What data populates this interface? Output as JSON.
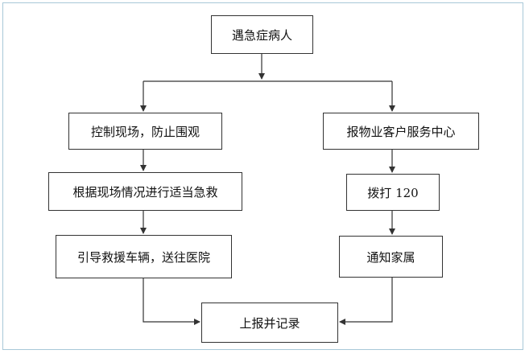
{
  "diagram": {
    "nodes": {
      "start": "遇急症病人",
      "control": "控制现场，防止围观",
      "report_center": "报物业客户服务中心",
      "first_aid": "根据现场情况进行适当急救",
      "dial": "拨打 120",
      "guide": "引导救援车辆，送往医院",
      "notify": "通知家属",
      "record": "上报并记录"
    },
    "colors": {
      "line": "#333333",
      "frame": "#a8c8d8"
    }
  }
}
